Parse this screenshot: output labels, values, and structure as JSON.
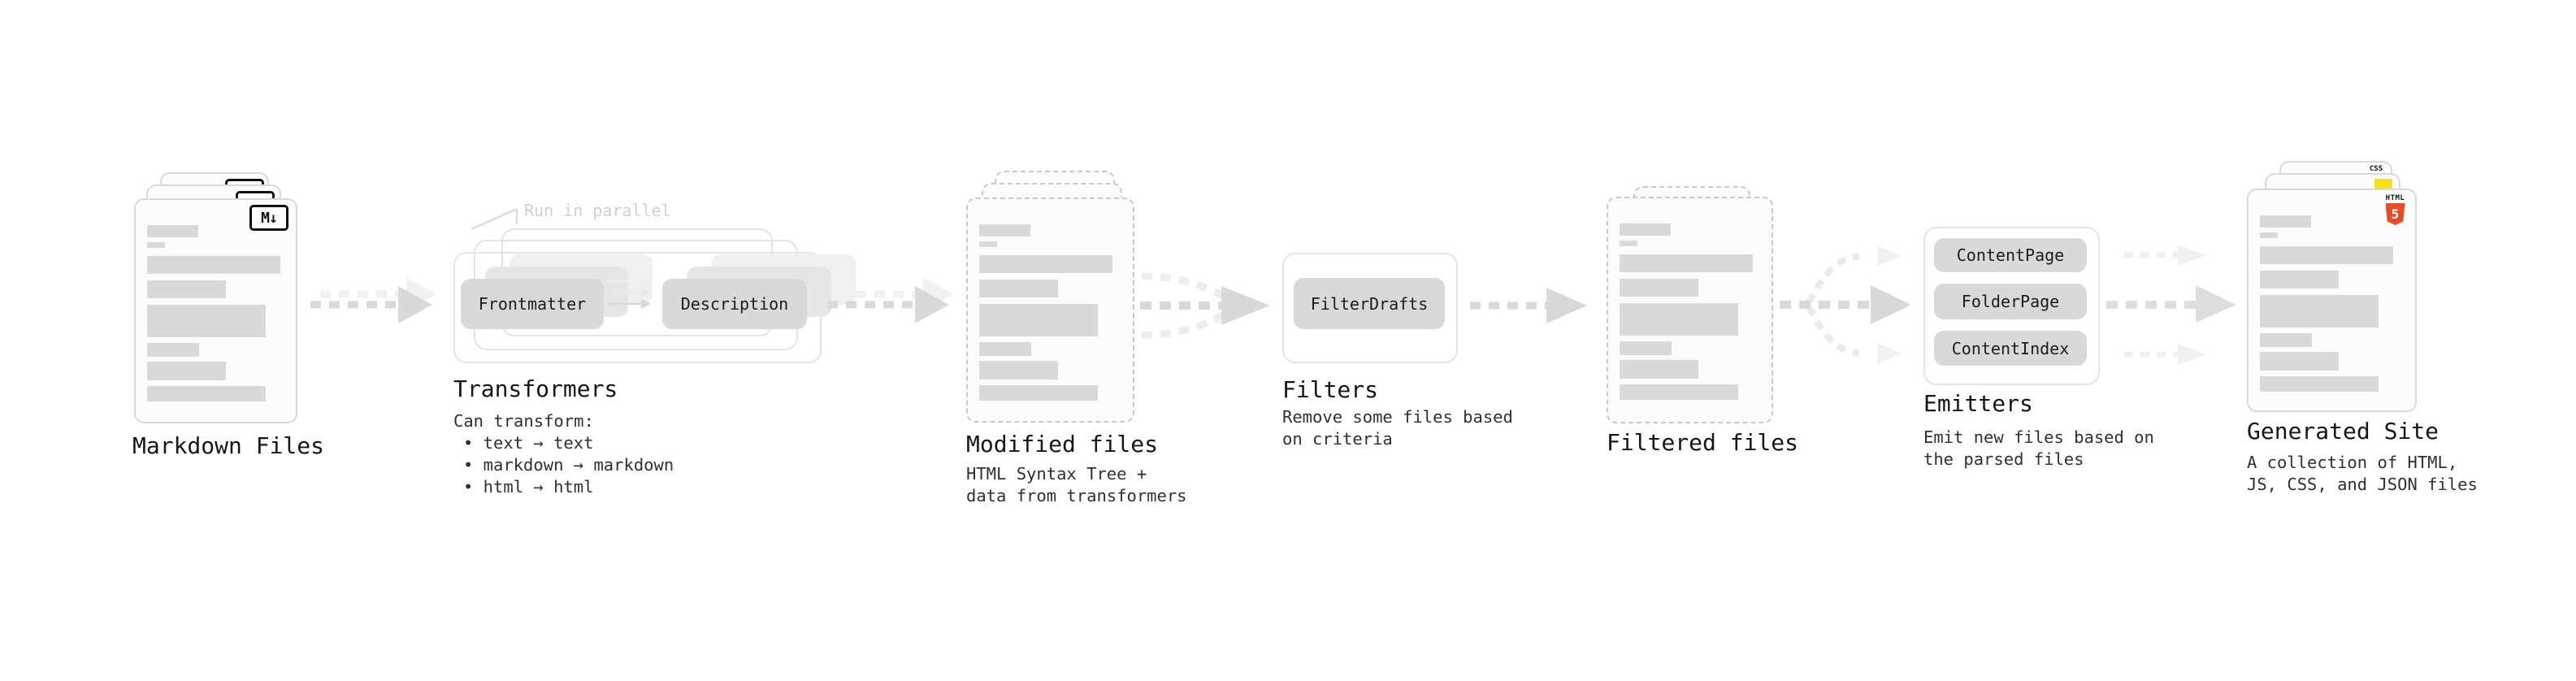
{
  "palette": {
    "background": "#ffffff",
    "card_border": "#d9d9d9",
    "dashed_border": "#c9c9c9",
    "bar_fill": "#d9d9d9",
    "node_fill": "#d9d9d9",
    "arrow_main": "#d9d9d9",
    "arrow_ghost": "#f0f0f0",
    "annotation_gray": "#d0d0d0",
    "text_dark": "#161616",
    "html5_orange": "#e44d26",
    "js_yellow": "#f7df1e",
    "css_blue": "#2965f1"
  },
  "markdown": {
    "title": "Markdown Files",
    "badge_label": "M↓"
  },
  "transformers": {
    "title": "Transformers",
    "annotation": "Run in parallel",
    "button_left": "Frontmatter",
    "button_right": "Description",
    "desc_heading": "Can transform:",
    "bullets": [
      "• text → text",
      "• markdown → markdown",
      "• html → html"
    ]
  },
  "modified": {
    "title": "Modified files",
    "desc_line1": "HTML Syntax Tree +",
    "desc_line2": "data from transformers"
  },
  "filters": {
    "title": "Filters",
    "button": "FilterDrafts",
    "desc_line1": "Remove some files based",
    "desc_line2": "on criteria"
  },
  "filtered": {
    "title": "Filtered files"
  },
  "emitters": {
    "title": "Emitters",
    "buttons": [
      "ContentPage",
      "FolderPage",
      "ContentIndex"
    ],
    "desc_line1": "Emit new files based on",
    "desc_line2": "the parsed files"
  },
  "generated": {
    "title": "Generated Site",
    "desc_line1": "A collection of HTML,",
    "desc_line2": "JS, CSS, and JSON files",
    "css_label": "CSS",
    "html5_label": "HTML",
    "html5_number": "5"
  }
}
